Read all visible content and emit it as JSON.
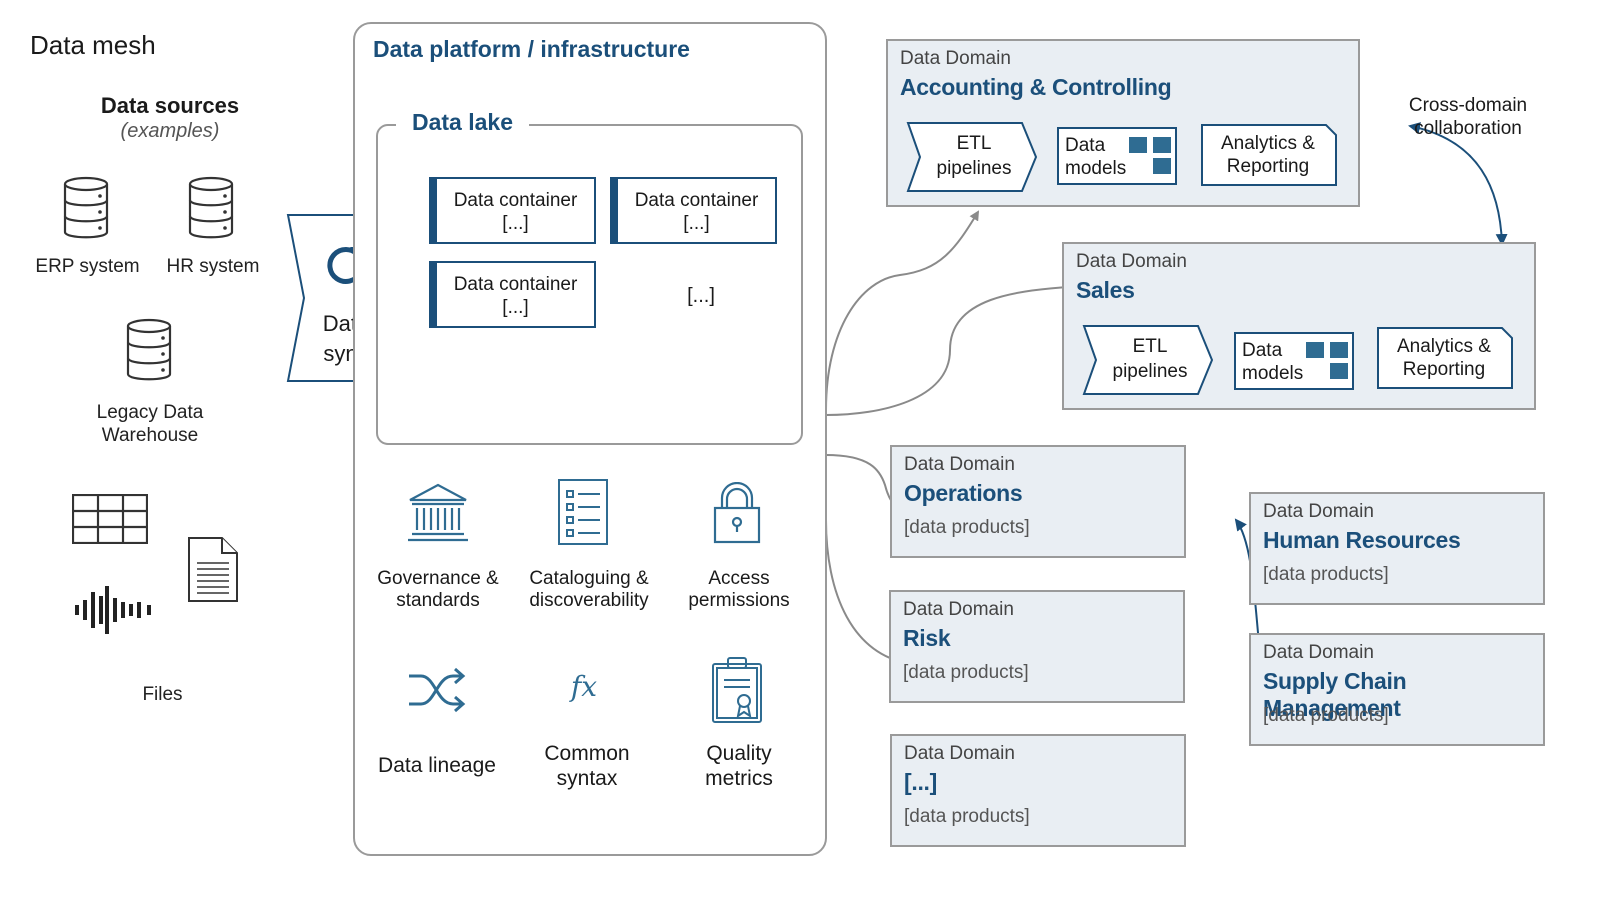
{
  "page": {
    "title": "Data mesh",
    "colors": {
      "accent": "#1b4f7a",
      "domain_bg": "#e9eef3",
      "border": "#9a9a9a",
      "model_square": "#2f6c92"
    }
  },
  "sources": {
    "title": "Data sources",
    "subtitle": "(examples)",
    "items": [
      {
        "label": "ERP system",
        "icon": "database-icon"
      },
      {
        "label": "HR system",
        "icon": "database-icon"
      },
      {
        "label": "Legacy Data Warehouse",
        "line1": "Legacy Data",
        "line2": "Warehouse",
        "icon": "database-icon"
      },
      {
        "label": "Files",
        "icons": [
          "table-icon",
          "document-icon",
          "audio-waveform-icon"
        ]
      }
    ]
  },
  "sync": {
    "line1": "Data",
    "line2": "sync",
    "icon": "refresh-icon"
  },
  "platform": {
    "title": "Data platform / infrastructure",
    "lake": {
      "title": "Data lake",
      "containers": [
        {
          "line1": "Data container",
          "line2": "[...]"
        },
        {
          "line1": "Data container",
          "line2": "[...]"
        },
        {
          "line1": "Data container",
          "line2": "[...]"
        }
      ],
      "more": "[...]"
    },
    "features": [
      {
        "line1": "Governance &",
        "line2": "standards",
        "icon": "bank-building-icon"
      },
      {
        "line1": "Cataloguing &",
        "line2": "discoverability",
        "icon": "checklist-icon"
      },
      {
        "line1": "Access",
        "line2": "permissions",
        "icon": "padlock-icon"
      },
      {
        "line1": "Data lineage",
        "line2": "",
        "icon": "shuffle-arrows-icon"
      },
      {
        "line1": "Common",
        "line2": "syntax",
        "icon": "function-fx-icon"
      },
      {
        "line1": "Quality",
        "line2": "metrics",
        "icon": "certificate-clipboard-icon"
      }
    ]
  },
  "domains": {
    "kind_label": "Data Domain",
    "products_label": "[data products]",
    "items": [
      {
        "name": "Accounting & Controlling",
        "detailed": true
      },
      {
        "name": "Sales",
        "detailed": true
      },
      {
        "name": "Operations"
      },
      {
        "name": "Risk"
      },
      {
        "name": "[...]"
      },
      {
        "name": "Human Resources"
      },
      {
        "name": "Supply Chain Management"
      }
    ],
    "components": {
      "etl_line1": "ETL",
      "etl_line2": "pipelines",
      "models_line1": "Data",
      "models_line2": "models",
      "analytics_line1": "Analytics &",
      "analytics_line2": "Reporting"
    }
  },
  "collaboration": {
    "line1": "Cross-domain",
    "line2": "collaboration"
  }
}
